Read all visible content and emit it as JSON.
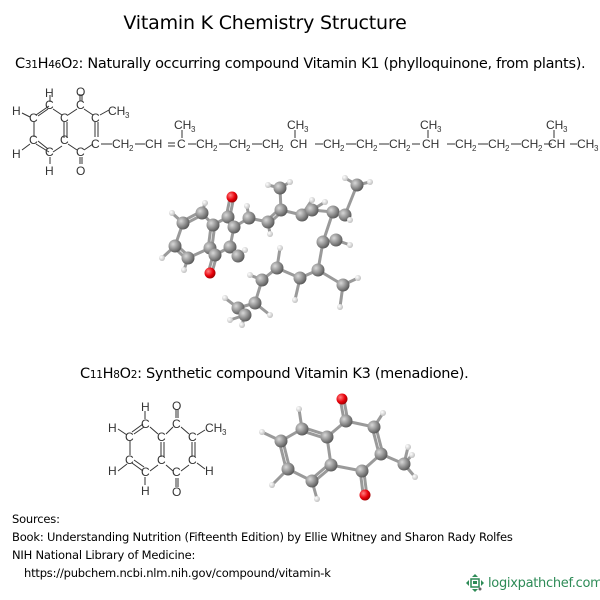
{
  "title": "Vitamin K Chemistry Structure",
  "k1": {
    "formula": {
      "c": "C",
      "c_n": "31",
      "h": "H",
      "h_n": "46",
      "o": "O",
      "o_n": "2"
    },
    "description": ": Naturally occurring compound Vitamin K1 (phylloquinone, from plants).",
    "structure_labels": {
      "h": "H",
      "c": "C",
      "o": "O",
      "ch3": "CH",
      "ch2": "CH",
      "ch": "CH",
      "sub2": "2",
      "sub3": "3",
      "eq": "="
    }
  },
  "k3": {
    "formula": {
      "c": "C",
      "c_n": "11",
      "h": "H",
      "h_n": "8",
      "o": "O",
      "o_n": "2"
    },
    "description": ": Synthetic compound Vitamin K3 (menadione).",
    "structure_labels": {
      "h": "H",
      "c": "C",
      "o": "O",
      "ch3": "CH",
      "sub3": "3"
    }
  },
  "sources": {
    "heading": "Sources:",
    "book": "Book: Understanding Nutrition (Fifteenth Edition) by Ellie Whitney and Sharon Rady Rolfes",
    "nih": "NIH National Library of Medicine:",
    "url": "https://pubchem.ncbi.nlm.nih.gov/compound/vitamin-k"
  },
  "logo": {
    "text": "logixpathchef.com",
    "color": "#2e8b57"
  },
  "colors": {
    "carbon": "#8a8a8a",
    "oxygen": "#e8000a",
    "hydrogen": "#f0f0f0",
    "bond": "#333333"
  }
}
